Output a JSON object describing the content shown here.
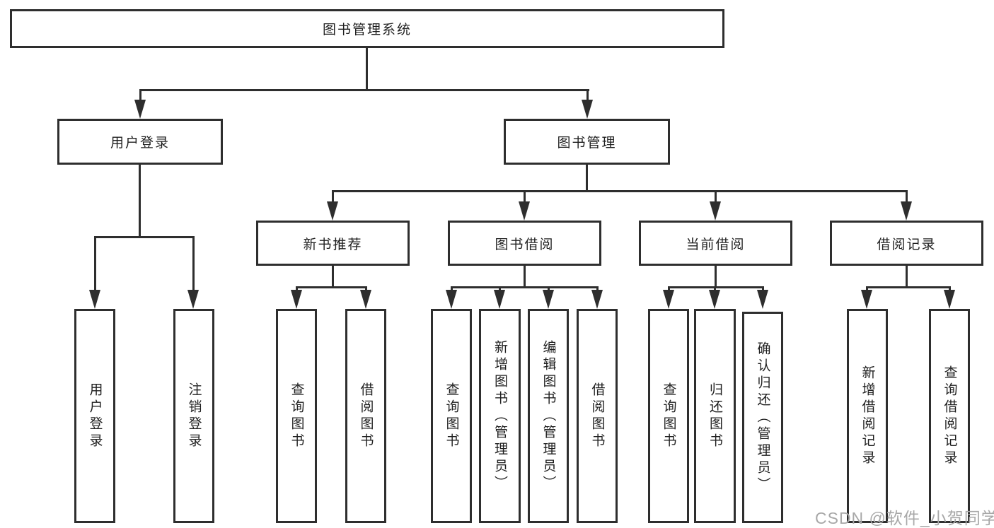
{
  "tree": {
    "root": {
      "label": "图书管理系统"
    },
    "branches": [
      {
        "label": "用户登录",
        "children": [
          {
            "label": "用户登录"
          },
          {
            "label": "注销登录"
          }
        ]
      },
      {
        "label": "图书管理",
        "children": [
          {
            "label": "新书推荐",
            "children": [
              {
                "label": "查询图书"
              },
              {
                "label": "借阅图书"
              }
            ]
          },
          {
            "label": "图书借阅",
            "children": [
              {
                "label": "查询图书"
              },
              {
                "label": "新增图书（管理员）"
              },
              {
                "label": "编辑图书（管理员）"
              },
              {
                "label": "借阅图书"
              }
            ]
          },
          {
            "label": "当前借阅",
            "children": [
              {
                "label": "查询图书"
              },
              {
                "label": "归还图书"
              },
              {
                "label": "确认归还（管理员）"
              }
            ]
          },
          {
            "label": "借阅记录",
            "children": [
              {
                "label": "新增借阅记录"
              },
              {
                "label": "查询借阅记录"
              }
            ]
          }
        ]
      }
    ]
  },
  "watermark": {
    "text": "CSDN @软件_小贺同学"
  },
  "colors": {
    "line": "#2e2e2e",
    "box_background": "#ffffff",
    "text": "#1f1f1f",
    "watermark": "#a8a8a8",
    "page_background": "#ffffff"
  }
}
